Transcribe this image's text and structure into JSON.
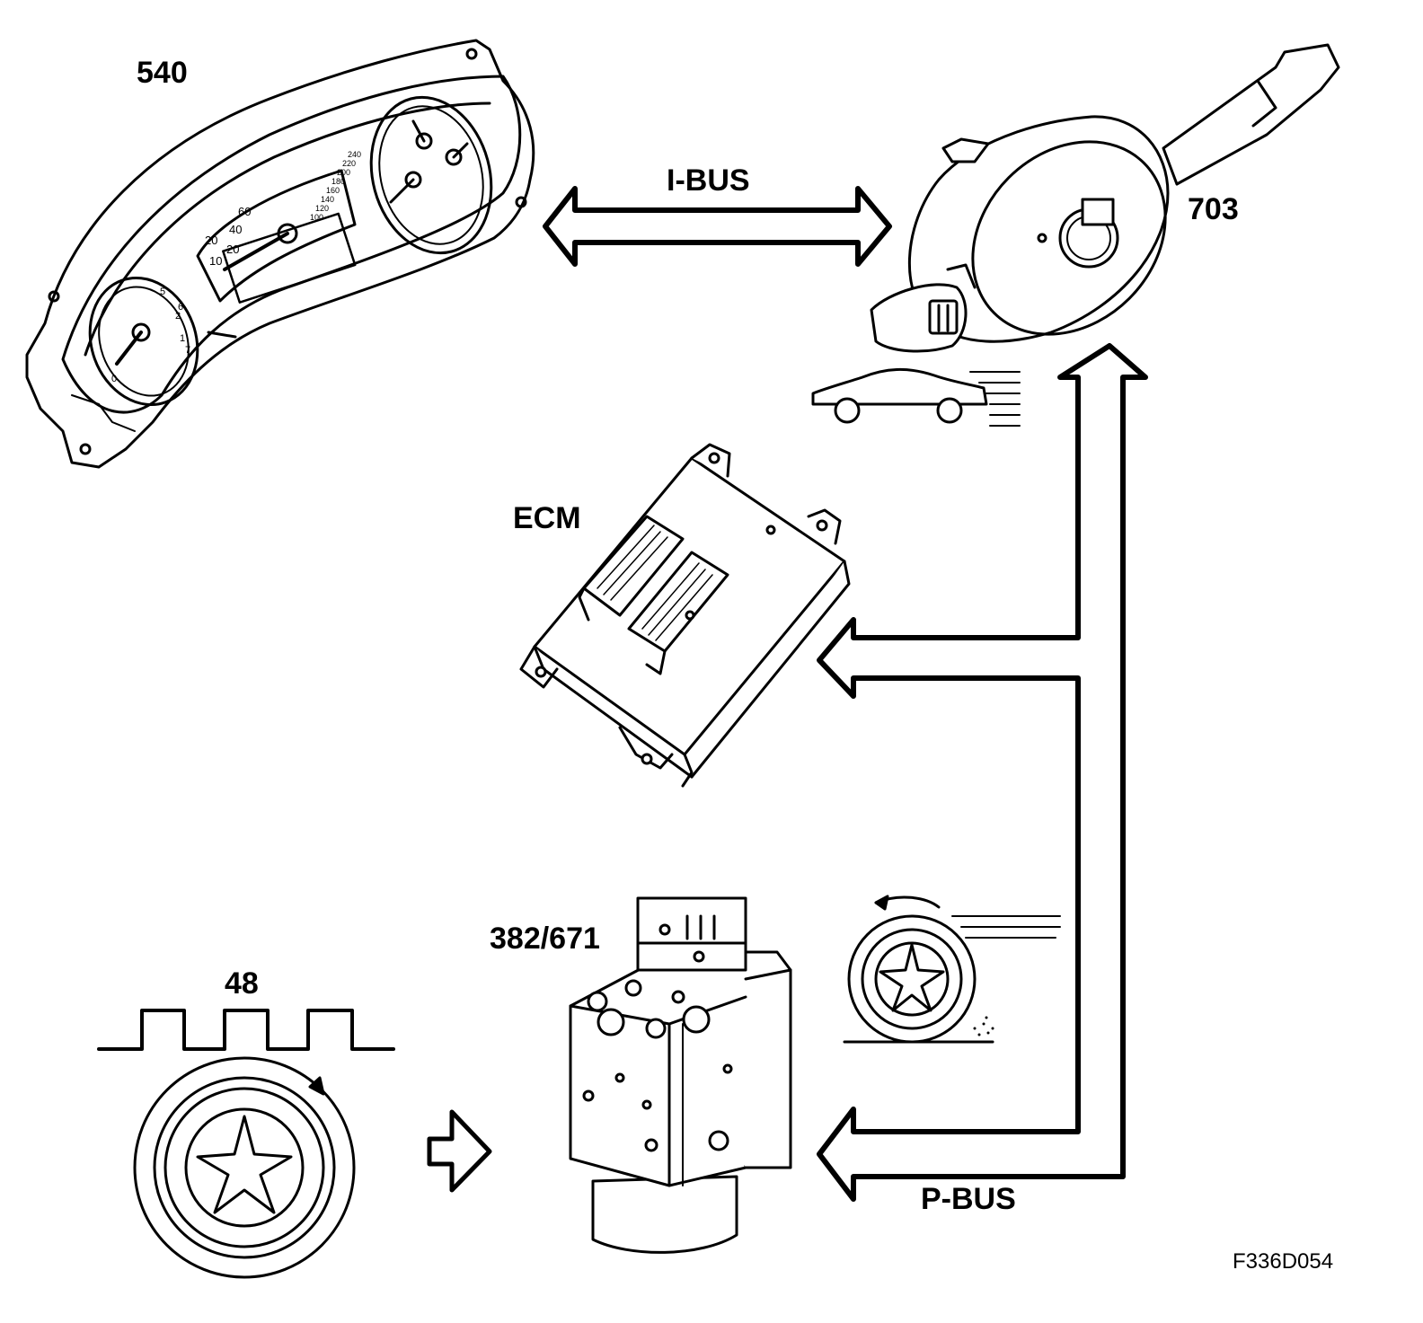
{
  "labels": {
    "instrument_cluster": "540",
    "steering_module": "703",
    "ecm": "ECM",
    "abs_unit": "382/671",
    "wheel_sensor": "48",
    "i_bus": "I-BUS",
    "p_bus": "P-BUS",
    "figure_code": "F336D054"
  },
  "cluster_dial_marks": {
    "tacho": [
      "0",
      "1",
      "2",
      "5",
      "6",
      "7"
    ],
    "speedo": [
      "20",
      "40",
      "60",
      "10",
      "20"
    ],
    "outer_scale": [
      "100",
      "120",
      "140",
      "160",
      "180",
      "200",
      "220",
      "240"
    ]
  },
  "colors": {
    "ink": "#000000",
    "paper": "#ffffff"
  }
}
